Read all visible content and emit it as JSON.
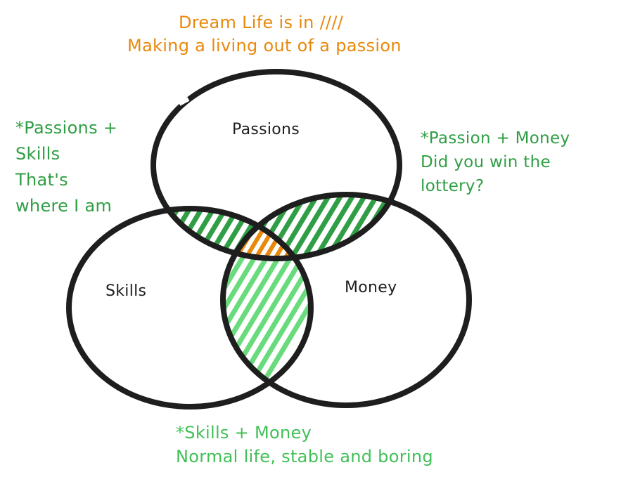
{
  "title": {
    "line1": "Dream Life is in ////",
    "line2": "Making a living out of a passion"
  },
  "circles": {
    "passions": "Passions",
    "skills": "Skills",
    "money": "Money"
  },
  "annotations": {
    "passions_skills": [
      "*Passions +",
      "Skills",
      "That's",
      "where I am"
    ],
    "passion_money": [
      "*Passion + Money",
      "Did you win the",
      "lottery?"
    ],
    "skills_money": [
      "*Skills + Money",
      "Normal life, stable and boring"
    ]
  },
  "colors": {
    "outline": "#1e1e1e",
    "dream": "#e8890c",
    "passions_skills": "#2f9e44",
    "passion_money": "#2f9e44",
    "skills_money": "#69db7c",
    "skills_money_text": "#40c057"
  }
}
